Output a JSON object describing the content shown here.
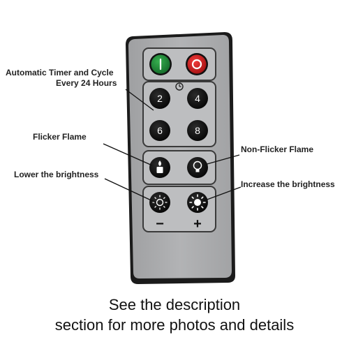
{
  "annotations": {
    "timer_line1": "Automatic Timer and Cycle",
    "timer_line2": "Every 24 Hours",
    "flicker": "Flicker Flame",
    "non_flicker": "Non-Flicker Flame",
    "lower": "Lower the brightness",
    "increase": "Increase the brightness"
  },
  "remote": {
    "timer_buttons": [
      "2",
      "4",
      "6",
      "8"
    ],
    "minus_sign": "−",
    "plus_sign": "+"
  },
  "caption": {
    "line1": "See the description",
    "line2": "section for more photos and details"
  },
  "colors": {
    "body": "#a9aaac",
    "body_edge": "#2a2a2a",
    "button": "#111111",
    "power_on": "#1f8a3a",
    "power_off": "#d81e1e"
  },
  "icons": [
    "power-on-icon",
    "power-off-icon",
    "timer-clock-icon",
    "candle-icon",
    "bulb-icon",
    "sun-dim-icon",
    "sun-bright-icon"
  ]
}
